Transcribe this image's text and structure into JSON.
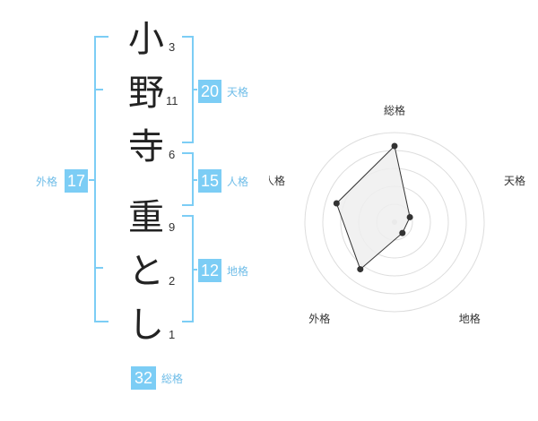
{
  "name_chars": [
    "小",
    "野",
    "寺",
    "重",
    "と",
    "し"
  ],
  "strokes": [
    "3",
    "11",
    "6",
    "9",
    "2",
    "1"
  ],
  "tenkaku": {
    "value": "20",
    "label": "天格"
  },
  "jinkaku": {
    "value": "15",
    "label": "人格"
  },
  "chikaku": {
    "value": "12",
    "label": "地格"
  },
  "gaikaku": {
    "value": "17",
    "label": "外格"
  },
  "soukaku": {
    "value": "32",
    "label": "総格"
  },
  "colors": {
    "accent": "#7ccdf5",
    "accent_text": "#6fbde8",
    "radar_fill": "#eeeeee",
    "ring": "#dddddd",
    "marker": "#333333"
  },
  "chart_data": {
    "type": "radar",
    "categories": [
      "総格",
      "天格",
      "地格",
      "外格",
      "人格"
    ],
    "values": [
      0.85,
      0.18,
      0.15,
      0.65,
      0.68
    ],
    "scale": [
      0,
      1
    ],
    "rings": 5
  }
}
